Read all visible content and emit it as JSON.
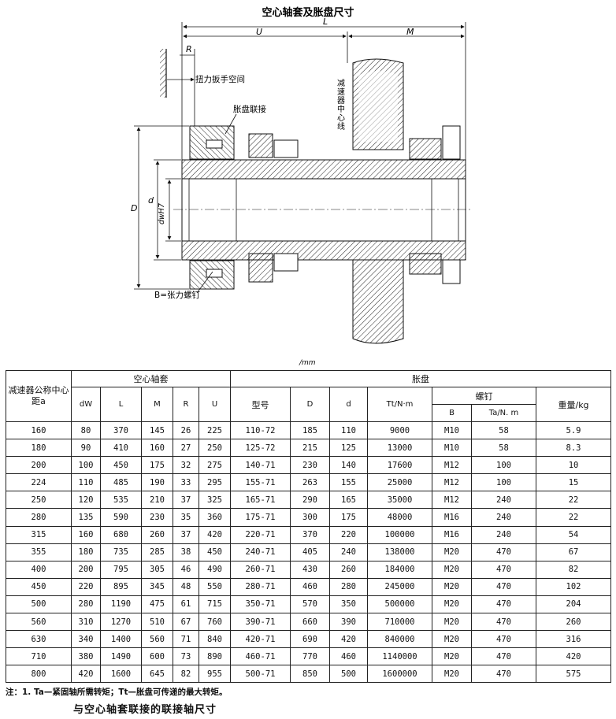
{
  "drawing": {
    "title": "空心轴套及胀盘尺寸",
    "dim_L": "L",
    "dim_U": "U",
    "dim_M": "M",
    "dim_R": "R",
    "dim_D": "D",
    "dim_d": "d",
    "dim_dw": "dwH7",
    "label_torque": "扭力扳手空间",
    "label_connect": "胀盘联接",
    "label_center": "减速器中心线",
    "label_bolt": "B=张力螺钉",
    "unit": "/mm"
  },
  "table": {
    "header": {
      "center_distance": "减速器公称中心距a",
      "sleeve_group": "空心轴套",
      "disc_group": "胀盘",
      "dw": "dW",
      "L": "L",
      "M": "M",
      "R": "R",
      "U": "U",
      "model": "型号",
      "D": "D",
      "d": "d",
      "Tt": "Tt/N·m",
      "screw_group": "螺钉",
      "B": "B",
      "Ta": "Ta/N. m",
      "weight": "重量/kg"
    },
    "rows": [
      [
        "160",
        "80",
        "370",
        "145",
        "26",
        "225",
        "110-72",
        "185",
        "110",
        "9000",
        "M10",
        "58",
        "5.9"
      ],
      [
        "180",
        "90",
        "410",
        "160",
        "27",
        "250",
        "125-72",
        "215",
        "125",
        "13000",
        "M10",
        "58",
        "8.3"
      ],
      [
        "200",
        "100",
        "450",
        "175",
        "32",
        "275",
        "140-71",
        "230",
        "140",
        "17600",
        "M12",
        "100",
        "10"
      ],
      [
        "224",
        "110",
        "485",
        "190",
        "33",
        "295",
        "155-71",
        "263",
        "155",
        "25000",
        "M12",
        "100",
        "15"
      ],
      [
        "250",
        "120",
        "535",
        "210",
        "37",
        "325",
        "165-71",
        "290",
        "165",
        "35000",
        "M12",
        "240",
        "22"
      ],
      [
        "280",
        "135",
        "590",
        "230",
        "35",
        "360",
        "175-71",
        "300",
        "175",
        "48000",
        "M16",
        "240",
        "22"
      ],
      [
        "315",
        "160",
        "680",
        "260",
        "37",
        "420",
        "220-71",
        "370",
        "220",
        "100000",
        "M16",
        "240",
        "54"
      ],
      [
        "355",
        "180",
        "735",
        "285",
        "38",
        "450",
        "240-71",
        "405",
        "240",
        "138000",
        "M20",
        "470",
        "67"
      ],
      [
        "400",
        "200",
        "795",
        "305",
        "46",
        "490",
        "260-71",
        "430",
        "260",
        "184000",
        "M20",
        "470",
        "82"
      ],
      [
        "450",
        "220",
        "895",
        "345",
        "48",
        "550",
        "280-71",
        "460",
        "280",
        "245000",
        "M20",
        "470",
        "102"
      ],
      [
        "500",
        "280",
        "1190",
        "475",
        "61",
        "715",
        "350-71",
        "570",
        "350",
        "500000",
        "M20",
        "470",
        "204"
      ],
      [
        "560",
        "310",
        "1270",
        "510",
        "67",
        "760",
        "390-71",
        "660",
        "390",
        "710000",
        "M20",
        "470",
        "260"
      ],
      [
        "630",
        "340",
        "1400",
        "560",
        "71",
        "840",
        "420-71",
        "690",
        "420",
        "840000",
        "M20",
        "470",
        "316"
      ],
      [
        "710",
        "380",
        "1490",
        "600",
        "73",
        "890",
        "460-71",
        "770",
        "460",
        "1140000",
        "M20",
        "470",
        "420"
      ],
      [
        "800",
        "420",
        "1600",
        "645",
        "82",
        "955",
        "500-71",
        "850",
        "500",
        "1600000",
        "M20",
        "470",
        "575"
      ]
    ]
  },
  "note": "注：1. Ta—紧固轴所需转矩；Tt—胀盘可传递的最大转矩。",
  "subtitle": "与空心轴套联接的联接轴尺寸"
}
